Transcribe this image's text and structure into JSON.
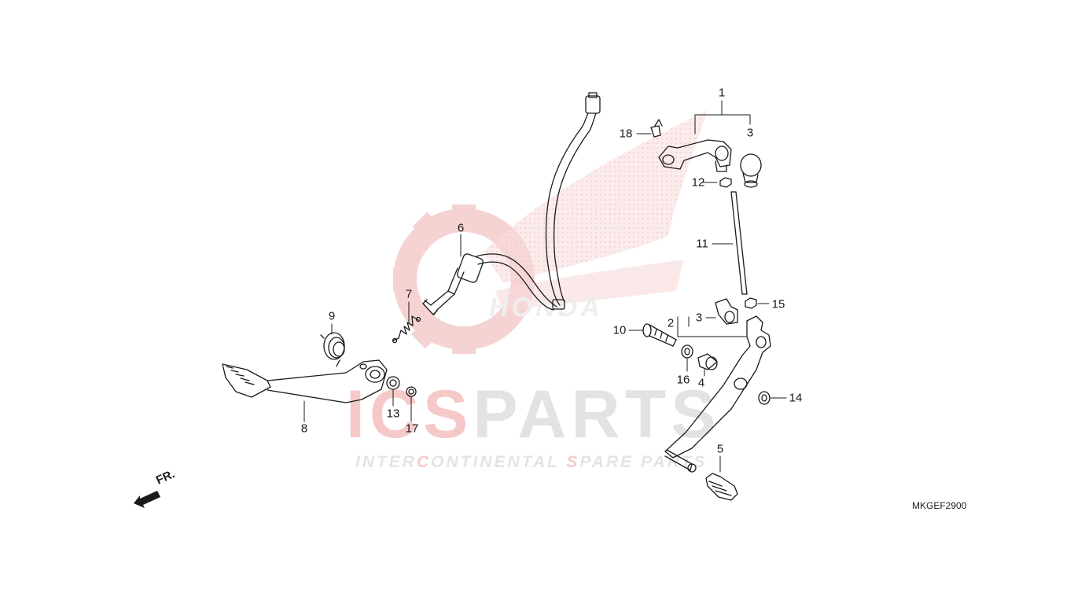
{
  "watermark": {
    "brand_accent": "ICS",
    "brand_rest": "PARTS",
    "tagline_parts": [
      "INTER",
      "C",
      "ONTINENTAL ",
      "S",
      "PARE PARTS"
    ],
    "logo_text": "HONDA"
  },
  "direction_label": "FR.",
  "diagram_code": "MKGEF2900",
  "callouts": [
    "1",
    "2",
    "3",
    "3",
    "4",
    "5",
    "6",
    "7",
    "8",
    "9",
    "10",
    "11",
    "12",
    "13",
    "14",
    "15",
    "16",
    "17",
    "18"
  ],
  "colors": {
    "line": "#1a1a1a",
    "watermark_red": "#f6c9c9",
    "watermark_gray": "#e3e3e3"
  }
}
